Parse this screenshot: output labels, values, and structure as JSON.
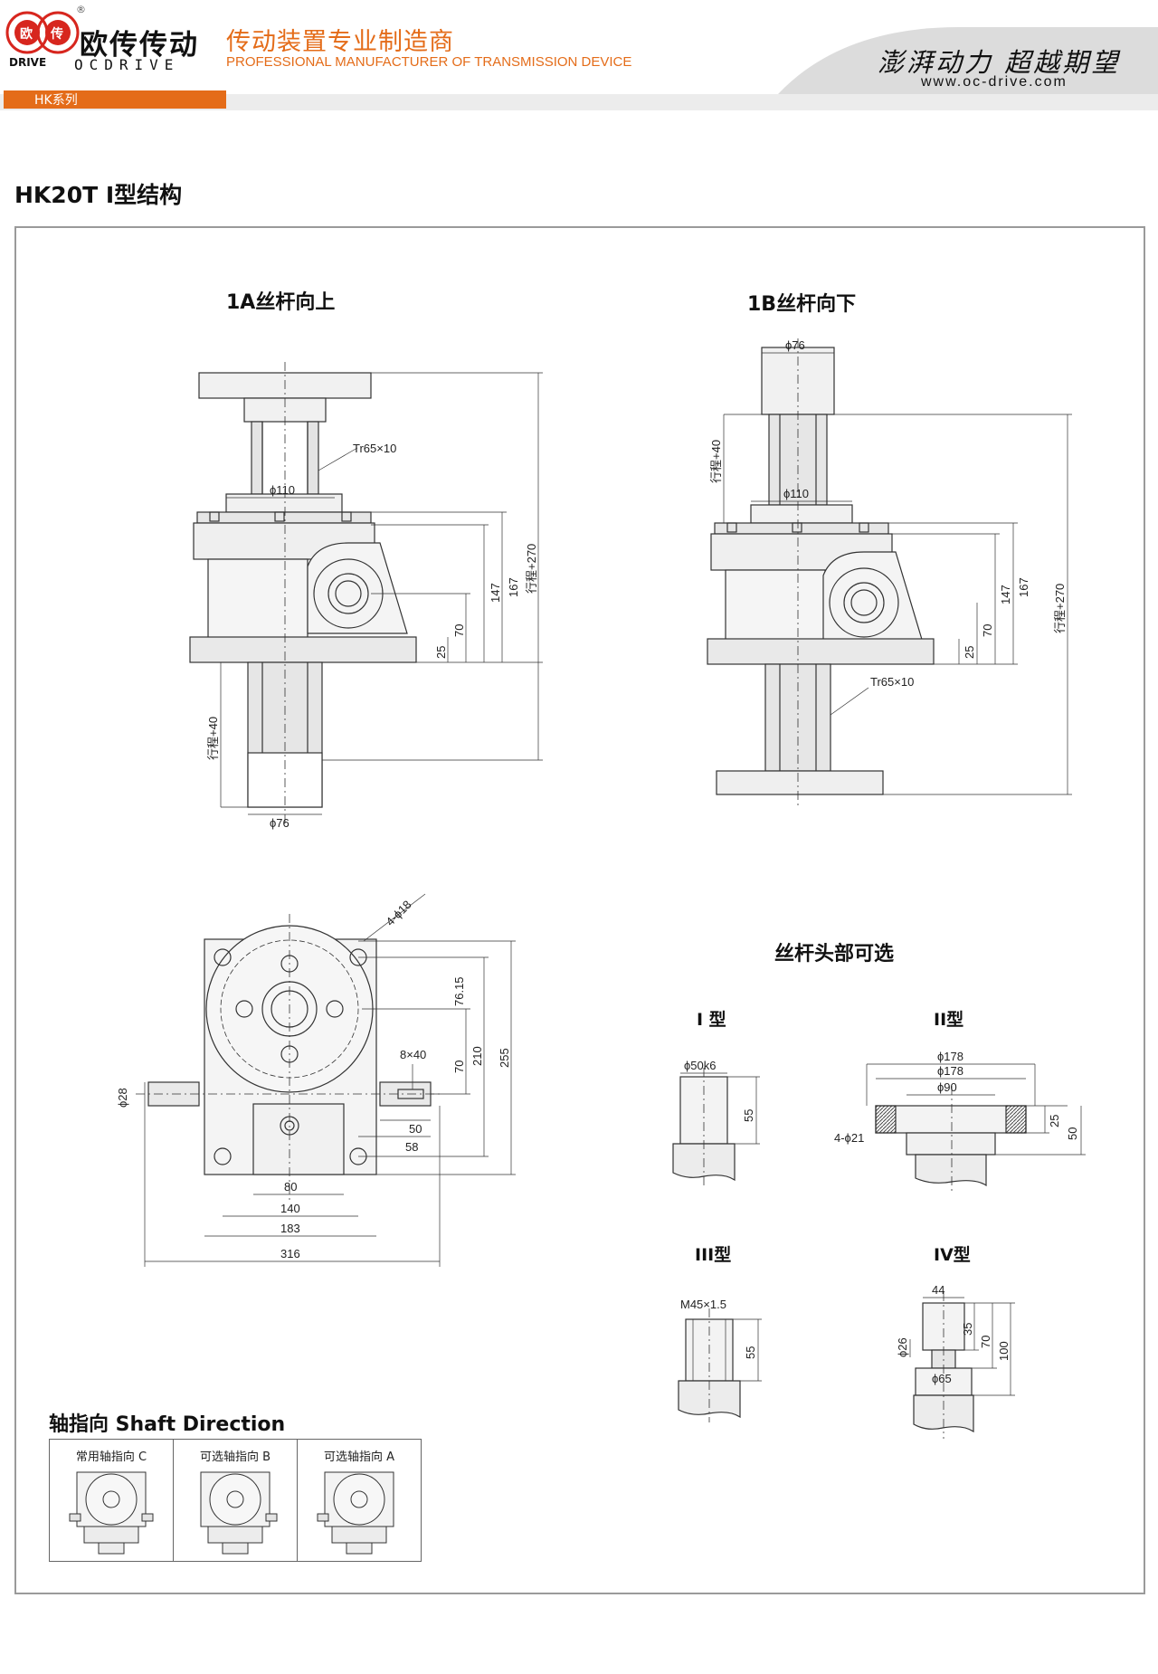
{
  "header": {
    "logo_cn": "欧传传动",
    "logo_en": "OCDRIVE",
    "logo_badge_left": "欧",
    "logo_badge_right": "传",
    "logo_small_en": "DRIVE",
    "registered_mark": "®",
    "slogan_cn": "传动装置专业制造商",
    "slogan_en": "PROFESSIONAL MANUFACTURER OF TRANSMISSION DEVICE",
    "motto": "澎湃动力 超越期望",
    "website": "www.oc-drive.com",
    "series_tab": "HK系列",
    "colors": {
      "brand": "#e46c19",
      "tab": "#e46c19",
      "band": "#e6e6e6"
    }
  },
  "page_title": "HK20T I型结构",
  "views": {
    "view_1a_title": "1A丝杆向上",
    "view_1b_title": "1B丝杆向下",
    "head_options_title": "丝杆头部可选",
    "type_1": "I 型",
    "type_2": "II型",
    "type_3": "III型",
    "type_4": "IV型"
  },
  "dims_1a": {
    "thread": "Tr65×10",
    "d110": "ϕ110",
    "d76": "ϕ76",
    "h147": "147",
    "h167": "167",
    "h70": "70",
    "h25": "25",
    "stroke270": "行程+270",
    "stroke40": "行程+40"
  },
  "dims_1b": {
    "d76": "ϕ76",
    "d110": "ϕ110",
    "stroke40": "行程+40",
    "h147": "147",
    "h167": "167",
    "h70": "70",
    "h25": "25",
    "stroke270": "行程+270",
    "thread": "Tr65×10"
  },
  "dims_top": {
    "holes": "4-ϕ18",
    "v7615": "76.15",
    "v70": "70",
    "v210": "210",
    "v255": "255",
    "key": "8×40",
    "d28": "ϕ28",
    "v50": "50",
    "v58": "58",
    "v80": "80",
    "v140": "140",
    "v183": "183",
    "v316": "316"
  },
  "dims_type1": {
    "d": "ϕ50k6",
    "h": "55"
  },
  "dims_type2": {
    "d178a": "ϕ178",
    "d178b": "ϕ178",
    "d90": "ϕ90",
    "holes": "4-ϕ21",
    "h25": "25",
    "h50": "50"
  },
  "dims_type3": {
    "thread": "M45×1.5",
    "h": "55"
  },
  "dims_type4": {
    "w44": "44",
    "d26": "ϕ26",
    "h35": "35",
    "h70": "70",
    "h100": "100",
    "d65": "ϕ65"
  },
  "shaft_direction": {
    "title": "轴指向 Shaft Direction",
    "cells": [
      {
        "label": "常用轴指向 C"
      },
      {
        "label": "可选轴指向 B"
      },
      {
        "label": "可选轴指向 A"
      }
    ]
  }
}
